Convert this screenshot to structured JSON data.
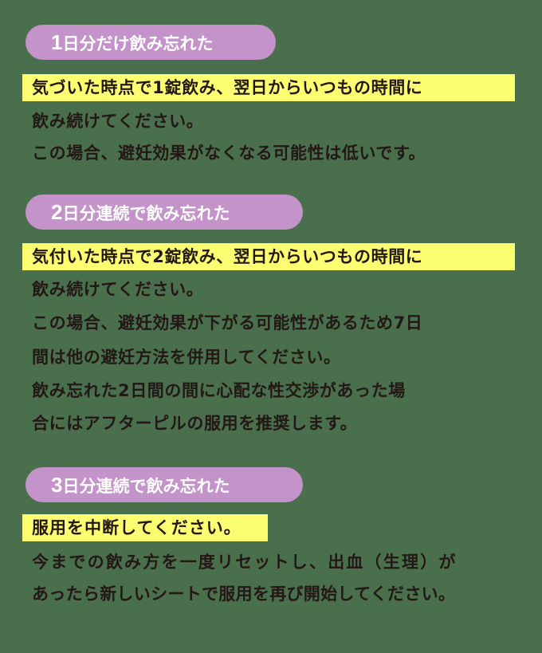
{
  "colors": {
    "background": "#4A6F4C",
    "badge": "#C493C9",
    "badge_text": "#FFFFFF",
    "highlight": "#FDFD72",
    "text": "#231815"
  },
  "sections": [
    {
      "badge_num": "1",
      "badge_text": "日分だけ飲み忘れた",
      "highlight": "気づいた時点で1錠飲み、翌日からいつもの時間に",
      "lines": [
        "飲み続けてください。",
        "この場合、避妊効果がなくなる可能性は低いです。"
      ]
    },
    {
      "badge_num": "2",
      "badge_text": "日分連続で飲み忘れた",
      "highlight": "気付いた時点で2錠飲み、翌日からいつもの時間に",
      "lines": [
        "飲み続けてください。",
        "この場合、避妊効果が下がる可能性があるため7日",
        "間は他の避妊方法を併用してください。",
        "飲み忘れた2日間の間に心配な性交渉があった場",
        "合にはアフターピルの服用を推奨します。"
      ]
    },
    {
      "badge_num": "3",
      "badge_text": "日分連続で飲み忘れた",
      "highlight": "服用を中断してください。",
      "lines": [
        "今までの飲み方を一度リセットし、出血（生理）が",
        "あったら新しいシートで服用を再び開始してください。"
      ]
    }
  ]
}
